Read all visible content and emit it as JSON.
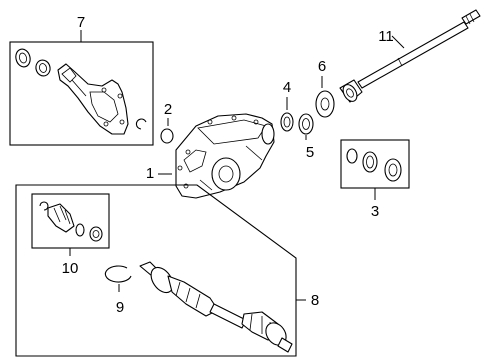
{
  "diagram": {
    "callouts": [
      {
        "id": "1",
        "text": "1"
      },
      {
        "id": "2",
        "text": "2"
      },
      {
        "id": "3",
        "text": "3"
      },
      {
        "id": "4",
        "text": "4"
      },
      {
        "id": "5",
        "text": "5"
      },
      {
        "id": "6",
        "text": "6"
      },
      {
        "id": "7",
        "text": "7"
      },
      {
        "id": "8",
        "text": "8"
      },
      {
        "id": "9",
        "text": "9"
      },
      {
        "id": "10",
        "text": "10"
      },
      {
        "id": "11",
        "text": "11"
      }
    ]
  }
}
